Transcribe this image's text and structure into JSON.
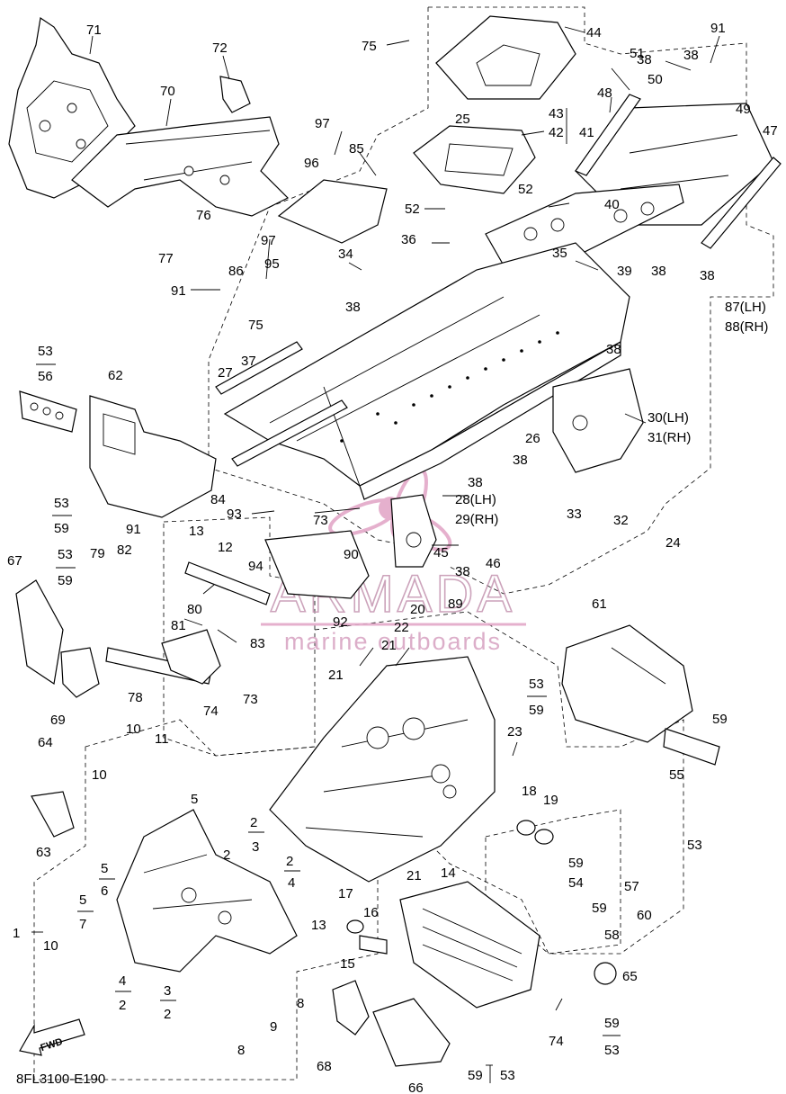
{
  "diagram_code": "8FL3100-E190",
  "fwd_label": "FWD",
  "watermark": {
    "brand": "ARMADA",
    "tagline": "marine outboards",
    "color": "#e3a8c8"
  },
  "labels": [
    {
      "id": "l1",
      "text": "1"
    },
    {
      "id": "l2a",
      "text": "2"
    },
    {
      "id": "l2b",
      "text": "2"
    },
    {
      "id": "l2c",
      "text": "2"
    },
    {
      "id": "l2d",
      "text": "2"
    },
    {
      "id": "l2e",
      "text": "2"
    },
    {
      "id": "l3a",
      "text": "3"
    },
    {
      "id": "l3b",
      "text": "3"
    },
    {
      "id": "l4a",
      "text": "4"
    },
    {
      "id": "l4b",
      "text": "4"
    },
    {
      "id": "l5a",
      "text": "5"
    },
    {
      "id": "l5b",
      "text": "5"
    },
    {
      "id": "l5c",
      "text": "5"
    },
    {
      "id": "l6",
      "text": "6"
    },
    {
      "id": "l7",
      "text": "7"
    },
    {
      "id": "l8a",
      "text": "8"
    },
    {
      "id": "l8b",
      "text": "8"
    },
    {
      "id": "l9",
      "text": "9"
    },
    {
      "id": "l10a",
      "text": "10"
    },
    {
      "id": "l10b",
      "text": "10"
    },
    {
      "id": "l10c",
      "text": "10"
    },
    {
      "id": "l11",
      "text": "11"
    },
    {
      "id": "l12",
      "text": "12"
    },
    {
      "id": "l13a",
      "text": "13"
    },
    {
      "id": "l13b",
      "text": "13"
    },
    {
      "id": "l14",
      "text": "14"
    },
    {
      "id": "l15",
      "text": "15"
    },
    {
      "id": "l16",
      "text": "16"
    },
    {
      "id": "l17",
      "text": "17"
    },
    {
      "id": "l18",
      "text": "18"
    },
    {
      "id": "l19",
      "text": "19"
    },
    {
      "id": "l20",
      "text": "20"
    },
    {
      "id": "l21a",
      "text": "21"
    },
    {
      "id": "l21b",
      "text": "21"
    },
    {
      "id": "l21c",
      "text": "21"
    },
    {
      "id": "l22",
      "text": "22"
    },
    {
      "id": "l23",
      "text": "23"
    },
    {
      "id": "l24",
      "text": "24"
    },
    {
      "id": "l25",
      "text": "25"
    },
    {
      "id": "l26",
      "text": "26"
    },
    {
      "id": "l27",
      "text": "27"
    },
    {
      "id": "l28",
      "text": "28(LH)"
    },
    {
      "id": "l29",
      "text": "29(RH)"
    },
    {
      "id": "l30",
      "text": "30(LH)"
    },
    {
      "id": "l31",
      "text": "31(RH)"
    },
    {
      "id": "l32",
      "text": "32"
    },
    {
      "id": "l33",
      "text": "33"
    },
    {
      "id": "l34",
      "text": "34"
    },
    {
      "id": "l35",
      "text": "35"
    },
    {
      "id": "l36",
      "text": "36"
    },
    {
      "id": "l37",
      "text": "37"
    },
    {
      "id": "l38a",
      "text": "38"
    },
    {
      "id": "l38b",
      "text": "38"
    },
    {
      "id": "l38c",
      "text": "38"
    },
    {
      "id": "l38d",
      "text": "38"
    },
    {
      "id": "l38e",
      "text": "38"
    },
    {
      "id": "l38f",
      "text": "38"
    },
    {
      "id": "l38g",
      "text": "38"
    },
    {
      "id": "l38h",
      "text": "38"
    },
    {
      "id": "l38i",
      "text": "38"
    },
    {
      "id": "l39",
      "text": "39"
    },
    {
      "id": "l40",
      "text": "40"
    },
    {
      "id": "l41",
      "text": "41"
    },
    {
      "id": "l42",
      "text": "42"
    },
    {
      "id": "l43",
      "text": "43"
    },
    {
      "id": "l44",
      "text": "44"
    },
    {
      "id": "l45",
      "text": "45"
    },
    {
      "id": "l46",
      "text": "46"
    },
    {
      "id": "l47",
      "text": "47"
    },
    {
      "id": "l48",
      "text": "48"
    },
    {
      "id": "l49",
      "text": "49"
    },
    {
      "id": "l50",
      "text": "50"
    },
    {
      "id": "l51",
      "text": "51"
    },
    {
      "id": "l52a",
      "text": "52"
    },
    {
      "id": "l52b",
      "text": "52"
    },
    {
      "id": "l53a",
      "text": "53"
    },
    {
      "id": "l53b",
      "text": "53"
    },
    {
      "id": "l53c",
      "text": "53"
    },
    {
      "id": "l53d",
      "text": "53"
    },
    {
      "id": "l53e",
      "text": "53"
    },
    {
      "id": "l53f",
      "text": "53"
    },
    {
      "id": "l53g",
      "text": "53"
    },
    {
      "id": "l54",
      "text": "54"
    },
    {
      "id": "l55",
      "text": "55"
    },
    {
      "id": "l56",
      "text": "56"
    },
    {
      "id": "l57",
      "text": "57"
    },
    {
      "id": "l58",
      "text": "58"
    },
    {
      "id": "l59a",
      "text": "59"
    },
    {
      "id": "l59b",
      "text": "59"
    },
    {
      "id": "l59c",
      "text": "59"
    },
    {
      "id": "l59d",
      "text": "59"
    },
    {
      "id": "l59e",
      "text": "59"
    },
    {
      "id": "l59f",
      "text": "59"
    },
    {
      "id": "l59g",
      "text": "59"
    },
    {
      "id": "l59h",
      "text": "59"
    },
    {
      "id": "l60",
      "text": "60"
    },
    {
      "id": "l61",
      "text": "61"
    },
    {
      "id": "l62",
      "text": "62"
    },
    {
      "id": "l63",
      "text": "63"
    },
    {
      "id": "l64",
      "text": "64"
    },
    {
      "id": "l65",
      "text": "65"
    },
    {
      "id": "l66",
      "text": "66"
    },
    {
      "id": "l67",
      "text": "67"
    },
    {
      "id": "l68",
      "text": "68"
    },
    {
      "id": "l69",
      "text": "69"
    },
    {
      "id": "l70",
      "text": "70"
    },
    {
      "id": "l71",
      "text": "71"
    },
    {
      "id": "l72",
      "text": "72"
    },
    {
      "id": "l73a",
      "text": "73"
    },
    {
      "id": "l73b",
      "text": "73"
    },
    {
      "id": "l74a",
      "text": "74"
    },
    {
      "id": "l74b",
      "text": "74"
    },
    {
      "id": "l75a",
      "text": "75"
    },
    {
      "id": "l75b",
      "text": "75"
    },
    {
      "id": "l76",
      "text": "76"
    },
    {
      "id": "l77",
      "text": "77"
    },
    {
      "id": "l78",
      "text": "78"
    },
    {
      "id": "l79",
      "text": "79"
    },
    {
      "id": "l80",
      "text": "80"
    },
    {
      "id": "l81",
      "text": "81"
    },
    {
      "id": "l82",
      "text": "82"
    },
    {
      "id": "l83",
      "text": "83"
    },
    {
      "id": "l84",
      "text": "84"
    },
    {
      "id": "l85",
      "text": "85"
    },
    {
      "id": "l86",
      "text": "86"
    },
    {
      "id": "l87",
      "text": "87(LH)"
    },
    {
      "id": "l88",
      "text": "88(RH)"
    },
    {
      "id": "l89",
      "text": "89"
    },
    {
      "id": "l90",
      "text": "90"
    },
    {
      "id": "l91a",
      "text": "91"
    },
    {
      "id": "l91b",
      "text": "91"
    },
    {
      "id": "l91c",
      "text": "91"
    },
    {
      "id": "l92",
      "text": "92"
    },
    {
      "id": "l93",
      "text": "93"
    },
    {
      "id": "l94",
      "text": "94"
    },
    {
      "id": "l95",
      "text": "95"
    },
    {
      "id": "l96",
      "text": "96"
    },
    {
      "id": "l97a",
      "text": "97"
    },
    {
      "id": "l97b",
      "text": "97"
    }
  ]
}
